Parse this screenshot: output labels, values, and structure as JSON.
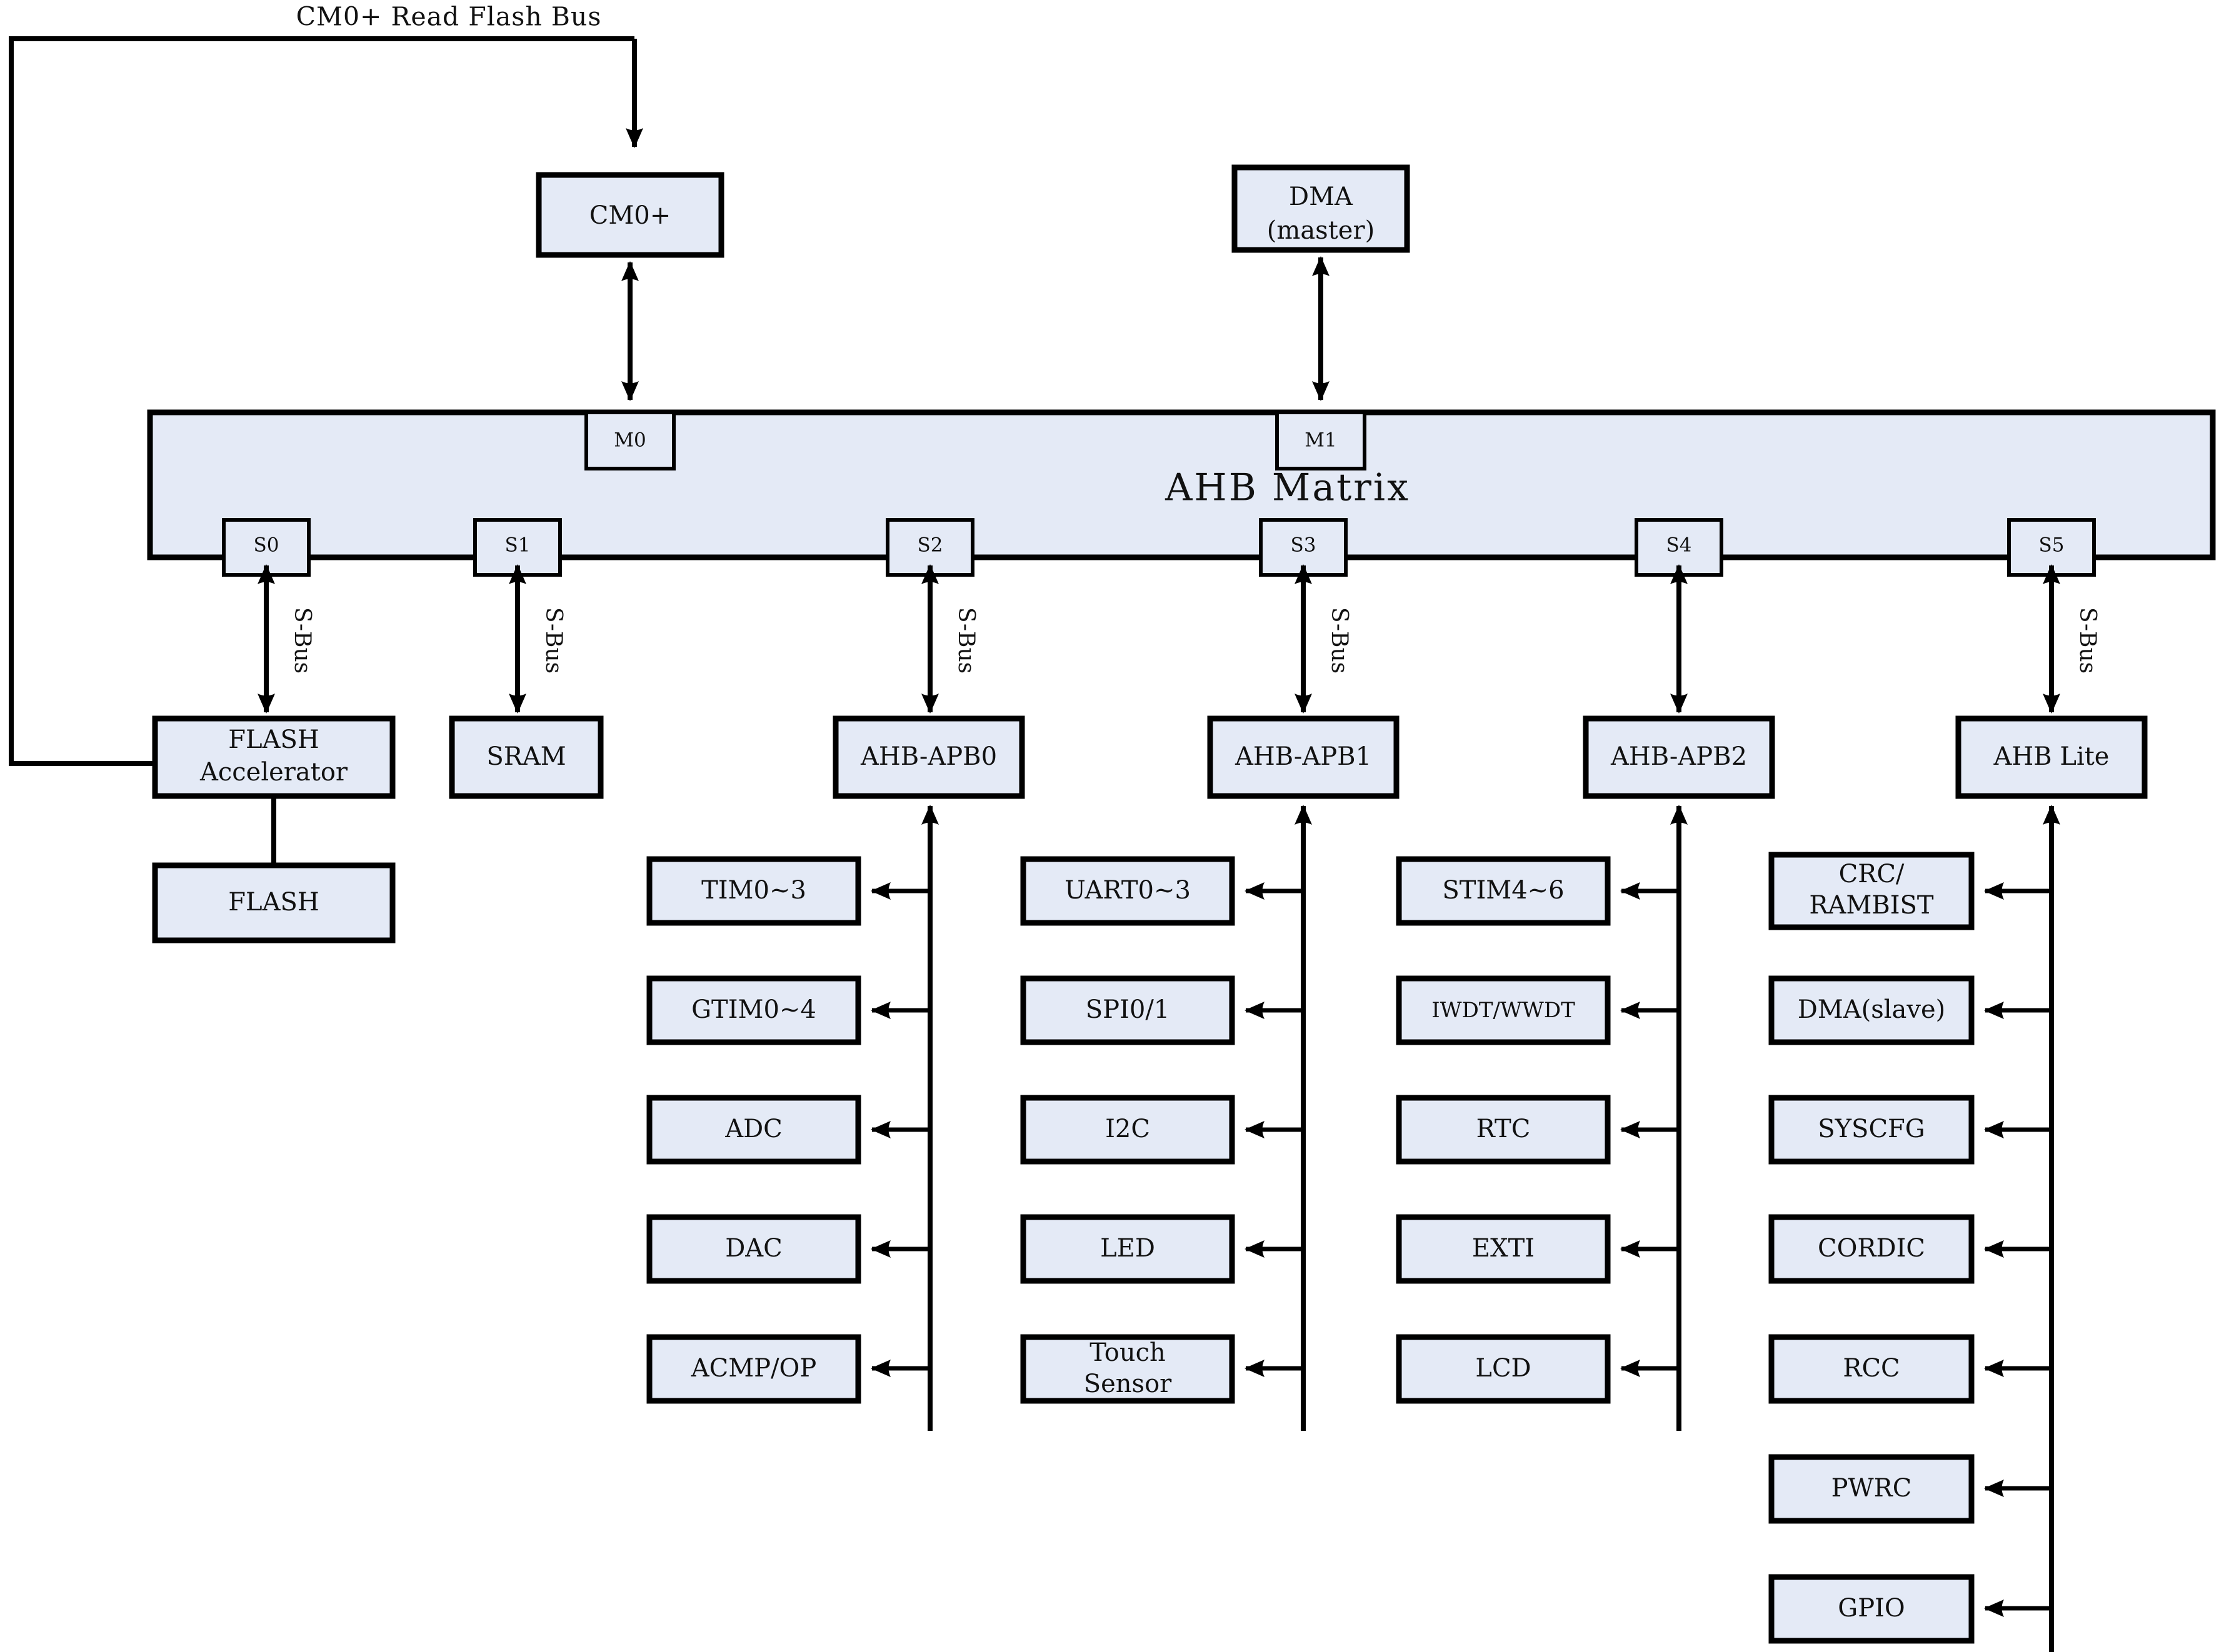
{
  "diagram": {
    "title": "CM0+ Read Flash Bus",
    "matrix": {
      "label": "AHB Matrix"
    },
    "bus_label": "S-Bus",
    "masters": [
      {
        "port": "M0",
        "label": "CM0+"
      },
      {
        "port": "M1",
        "label": "DMA\n(master)",
        "line1": "DMA",
        "line2": "(master)"
      }
    ],
    "slave_ports": [
      "S0",
      "S1",
      "S2",
      "S3",
      "S4",
      "S5"
    ],
    "bridges": [
      {
        "port": "S0",
        "label": "FLASH Accelerator",
        "line1": "FLASH",
        "line2": "Accelerator"
      },
      {
        "port": "S1",
        "label": "SRAM",
        "line1": "SRAM",
        "line2": ""
      },
      {
        "port": "S2",
        "label": "AHB-APB0",
        "line1": "AHB-APB0",
        "line2": ""
      },
      {
        "port": "S3",
        "label": "AHB-APB1",
        "line1": "AHB-APB1",
        "line2": ""
      },
      {
        "port": "S4",
        "label": "AHB-APB2",
        "line1": "AHB-APB2",
        "line2": ""
      },
      {
        "port": "S5",
        "label": "AHB Lite",
        "line1": "AHB Lite",
        "line2": ""
      }
    ],
    "memory": {
      "label": "FLASH"
    },
    "peripheral_columns": [
      {
        "parent": "AHB-APB0",
        "items": [
          {
            "line1": "TIM0~3",
            "line2": ""
          },
          {
            "line1": "GTIM0~4",
            "line2": ""
          },
          {
            "line1": "ADC",
            "line2": ""
          },
          {
            "line1": "DAC",
            "line2": ""
          },
          {
            "line1": "ACMP/OP",
            "line2": ""
          }
        ]
      },
      {
        "parent": "AHB-APB1",
        "items": [
          {
            "line1": "UART0~3",
            "line2": ""
          },
          {
            "line1": "SPI0/1",
            "line2": ""
          },
          {
            "line1": "I2C",
            "line2": ""
          },
          {
            "line1": "LED",
            "line2": ""
          },
          {
            "line1": "Touch",
            "line2": "Sensor"
          }
        ]
      },
      {
        "parent": "AHB-APB2",
        "items": [
          {
            "line1": "STIM4~6",
            "line2": ""
          },
          {
            "line1": "IWDT/WWDT",
            "line2": ""
          },
          {
            "line1": "RTC",
            "line2": ""
          },
          {
            "line1": "EXTI",
            "line2": ""
          },
          {
            "line1": "LCD",
            "line2": ""
          }
        ]
      },
      {
        "parent": "AHB Lite",
        "items": [
          {
            "line1": "CRC/",
            "line2": "RAMBIST"
          },
          {
            "line1": "DMA(slave)",
            "line2": ""
          },
          {
            "line1": "SYSCFG",
            "line2": ""
          },
          {
            "line1": "CORDIC",
            "line2": ""
          },
          {
            "line1": "RCC",
            "line2": ""
          },
          {
            "line1": "PWRC",
            "line2": ""
          },
          {
            "line1": "GPIO",
            "line2": ""
          }
        ]
      }
    ],
    "colors": {
      "block_fill": "#e4eaf6",
      "stroke": "#000000",
      "background": "#ffffff"
    }
  }
}
